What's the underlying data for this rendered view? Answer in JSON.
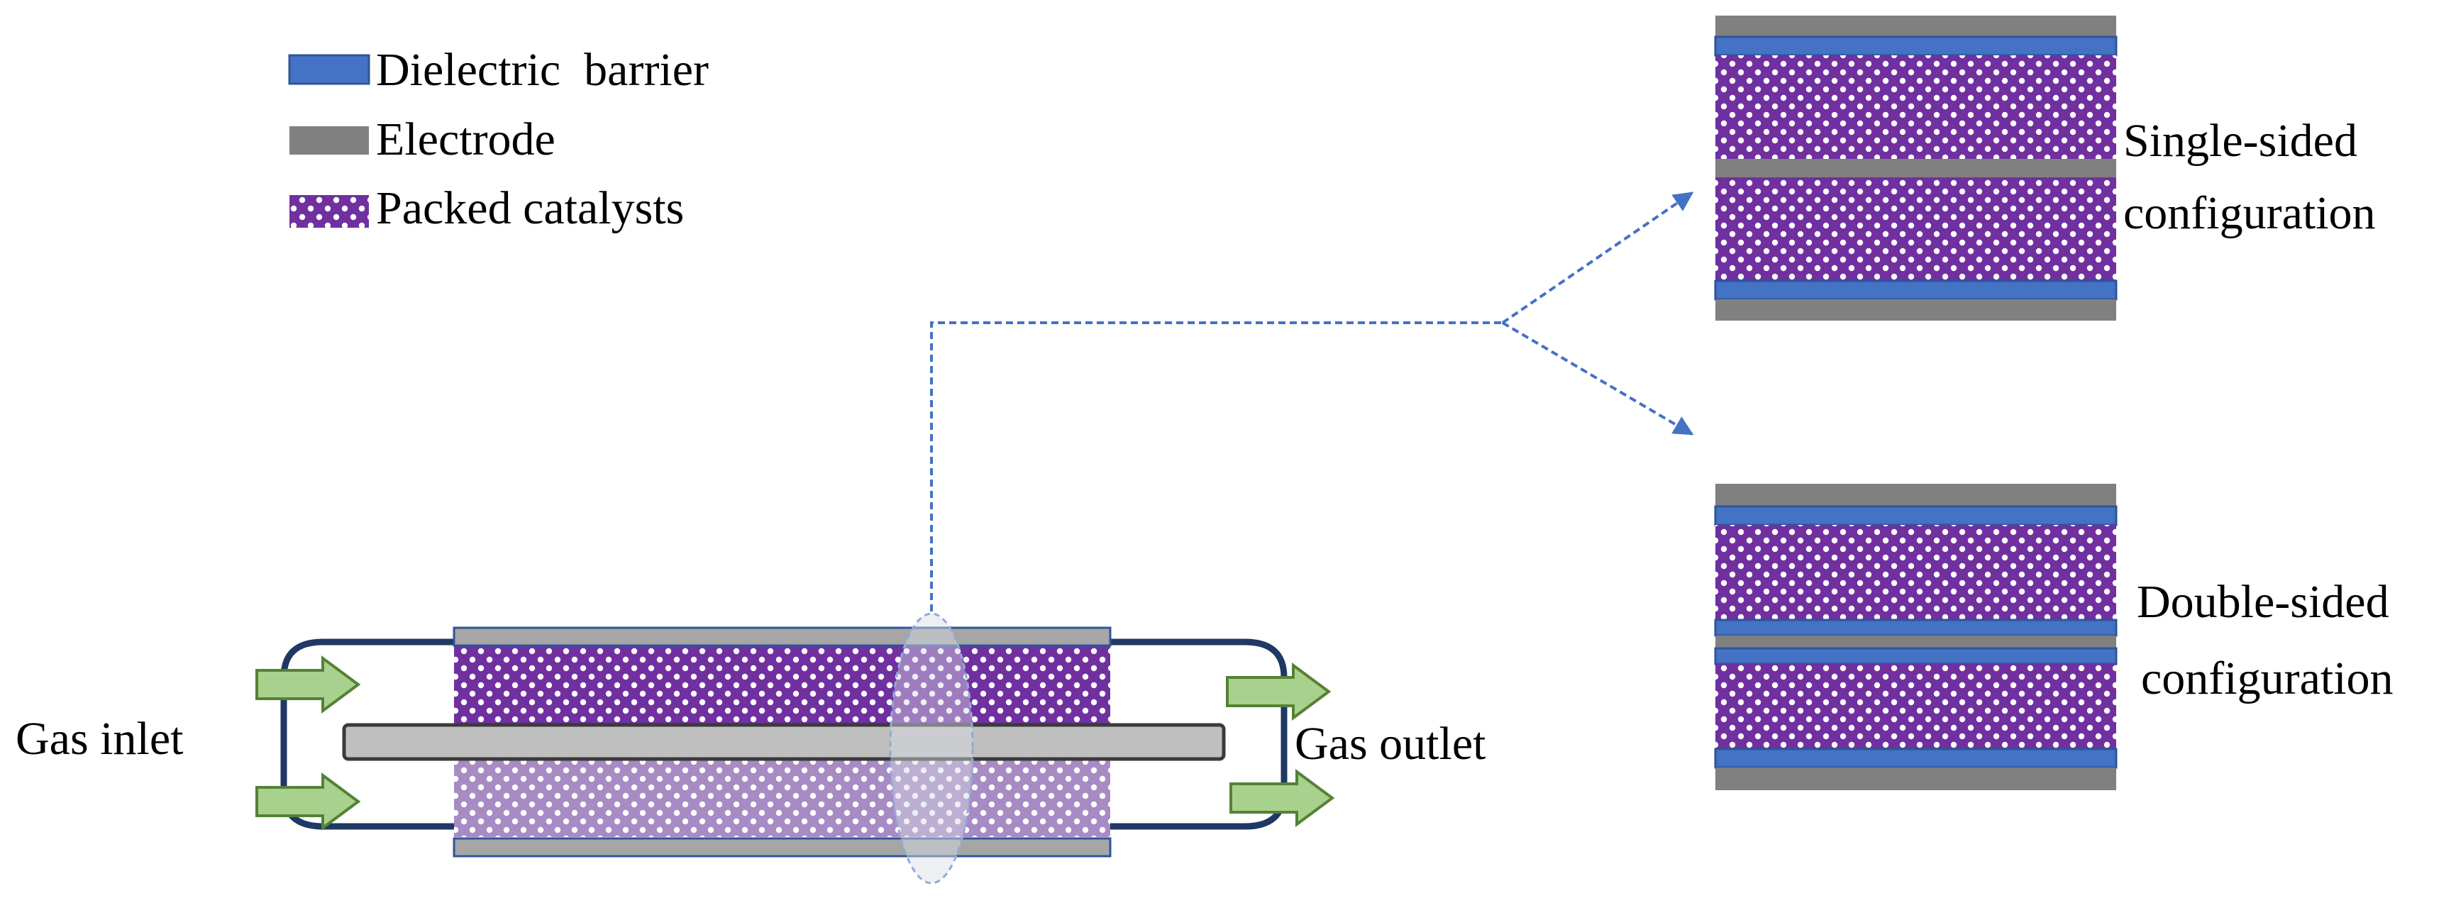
{
  "legend": {
    "dielectric": "Dielectric  barrier",
    "electrode": "Electrode",
    "catalysts": "Packed catalysts"
  },
  "reactor": {
    "inlet_label": "Gas inlet",
    "outlet_label": "Gas outlet"
  },
  "configs": {
    "single_line1": "Single-sided",
    "single_line2": "configuration",
    "double_line1": "Double-sided",
    "double_line2": "configuration"
  },
  "colors": {
    "dielectric": "#4472c4",
    "dielectric_stroke": "#2f5597",
    "electrode": "#808080",
    "catalyst_bg": "#7030a0",
    "catalyst_dot": "#ffffff",
    "reactor_stroke": "#1f3864",
    "arrow_fill": "#a9d18e",
    "arrow_stroke": "#548235",
    "leader_line": "#4472c4"
  }
}
